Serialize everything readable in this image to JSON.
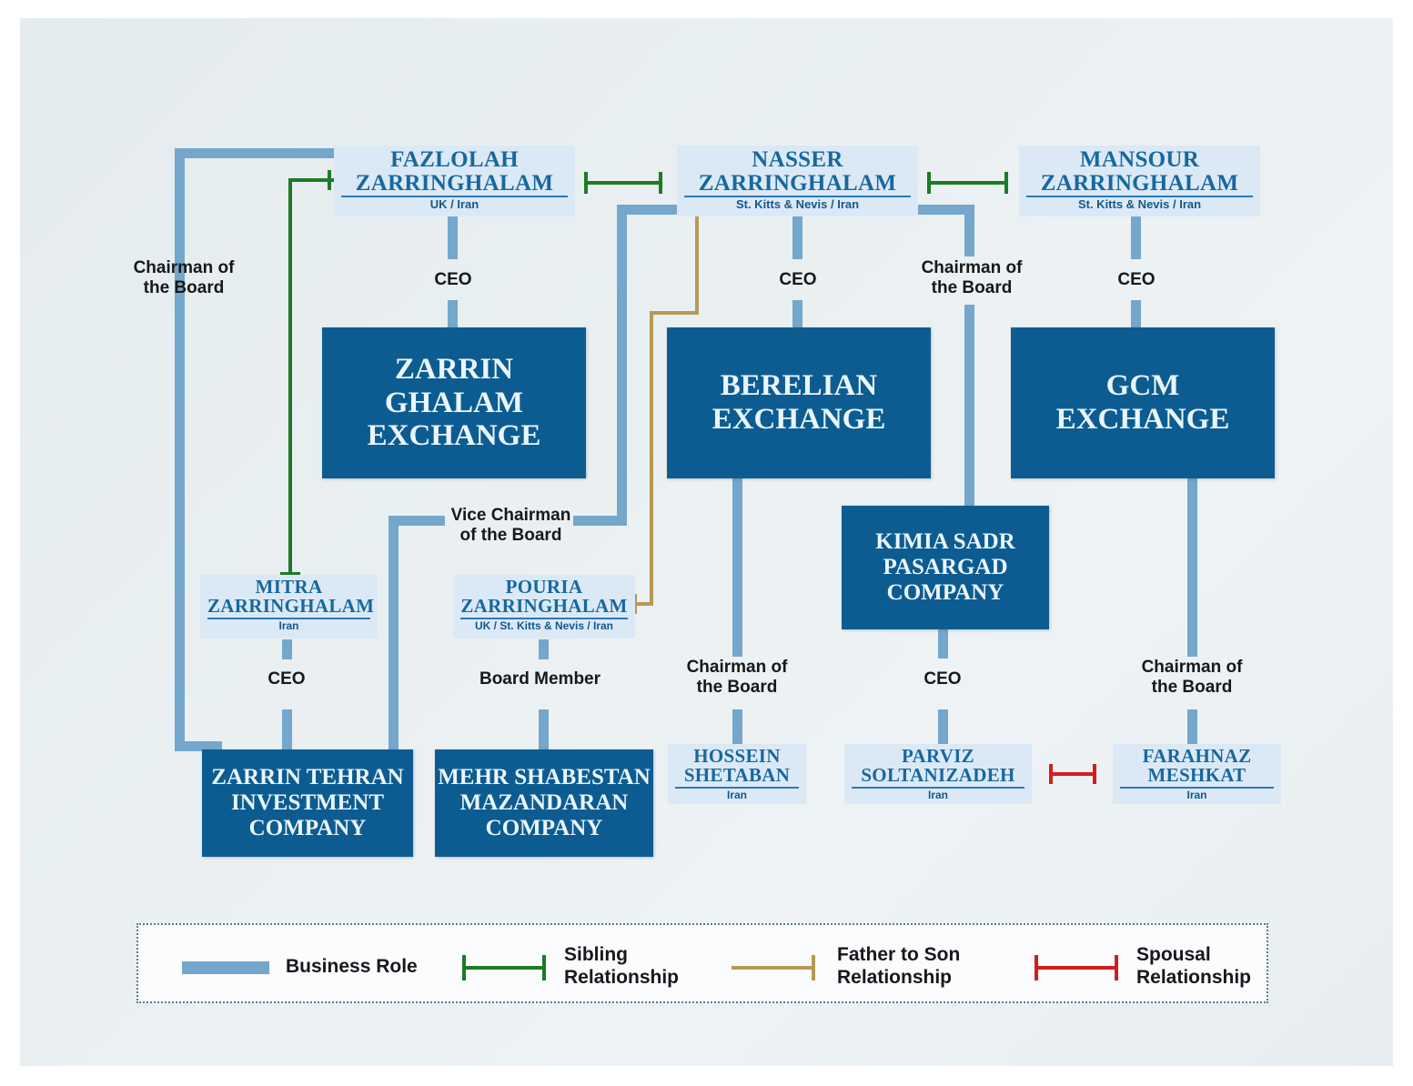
{
  "diagram": {
    "title": "Zarringhalam network corporate relationship chart",
    "colors": {
      "business_role": "#74a7cb",
      "sibling": "#1d7a26",
      "father_to_son": "#b69a55",
      "spousal": "#d01f1f",
      "company_fill": "#0d5c91",
      "person_fill": "#dbe9f6",
      "person_text": "#17689e",
      "canvas": "#e9eff2"
    }
  },
  "persons": [
    {
      "id": "fazlolah",
      "name": "FAZLOLAH\nZARRINGHALAM",
      "country": "UK / Iran"
    },
    {
      "id": "nasser",
      "name": "NASSER\nZARRINGHALAM",
      "country": "St. Kitts & Nevis / Iran"
    },
    {
      "id": "mansour",
      "name": "MANSOUR\nZARRINGHALAM",
      "country": "St. Kitts & Nevis / Iran"
    },
    {
      "id": "mitra",
      "name": "MITRA\nZARRINGHALAM",
      "country": "Iran"
    },
    {
      "id": "pouria",
      "name": "POURIA\nZARRINGHALAM",
      "country": "UK / St. Kitts & Nevis / Iran"
    },
    {
      "id": "hossein",
      "name": "HOSSEIN\nSHETABAN",
      "country": "Iran"
    },
    {
      "id": "parviz",
      "name": "PARVIZ\nSOLTANIZADEH",
      "country": "Iran"
    },
    {
      "id": "farahnaz",
      "name": "FARAHNAZ\nMESHKAT",
      "country": "Iran"
    }
  ],
  "companies": [
    {
      "id": "zarrin_ghalam_exchange",
      "name": "ZARRIN GHALAM\nEXCHANGE"
    },
    {
      "id": "berelian_exchange",
      "name": "BERELIAN\nEXCHANGE"
    },
    {
      "id": "gcm_exchange",
      "name": "GCM\nEXCHANGE"
    },
    {
      "id": "kimia_sadr",
      "name": "KIMIA SADR\nPASARGAD\nCOMPANY"
    },
    {
      "id": "zarrin_tehran",
      "name": "ZARRIN TEHRAN\nINVESTMENT\nCOMPANY"
    },
    {
      "id": "mehr_shabestan",
      "name": "MEHR SHABESTAN\nMAZANDARAN\nCOMPANY"
    }
  ],
  "roles": [
    {
      "id": "role_fazlolah_zarrin_tehran",
      "label": "Chairman of\nthe Board"
    },
    {
      "id": "role_fazlolah_zge",
      "label": "CEO"
    },
    {
      "id": "role_nasser_berelian",
      "label": "CEO"
    },
    {
      "id": "role_nasser_kimia",
      "label": "Chairman of\nthe Board"
    },
    {
      "id": "role_mansour_gcm",
      "label": "CEO"
    },
    {
      "id": "role_nasser_pouria_vc",
      "label": "Vice Chairman\nof the Board"
    },
    {
      "id": "role_mitra_zarrin_tehran",
      "label": "CEO"
    },
    {
      "id": "role_pouria_mehr",
      "label": "Board Member"
    },
    {
      "id": "role_berelian_hossein",
      "label": "Chairman of\nthe Board"
    },
    {
      "id": "role_kimia_parviz",
      "label": "CEO"
    },
    {
      "id": "role_gcm_farahnaz",
      "label": "Chairman of\nthe Board"
    }
  ],
  "legend": {
    "items": [
      {
        "id": "business-role",
        "label": "Business Role",
        "type": "bar",
        "color": "#74a7cb"
      },
      {
        "id": "sibling-relationship",
        "label": "Sibling\nRelationship",
        "type": "capped",
        "color": "#1d7a26"
      },
      {
        "id": "father-to-son-relationship",
        "label": "Father to Son\nRelationship",
        "type": "capped-right",
        "color": "#b69a55"
      },
      {
        "id": "spousal-relationship",
        "label": "Spousal\nRelationship",
        "type": "capped",
        "color": "#d01f1f"
      }
    ]
  }
}
